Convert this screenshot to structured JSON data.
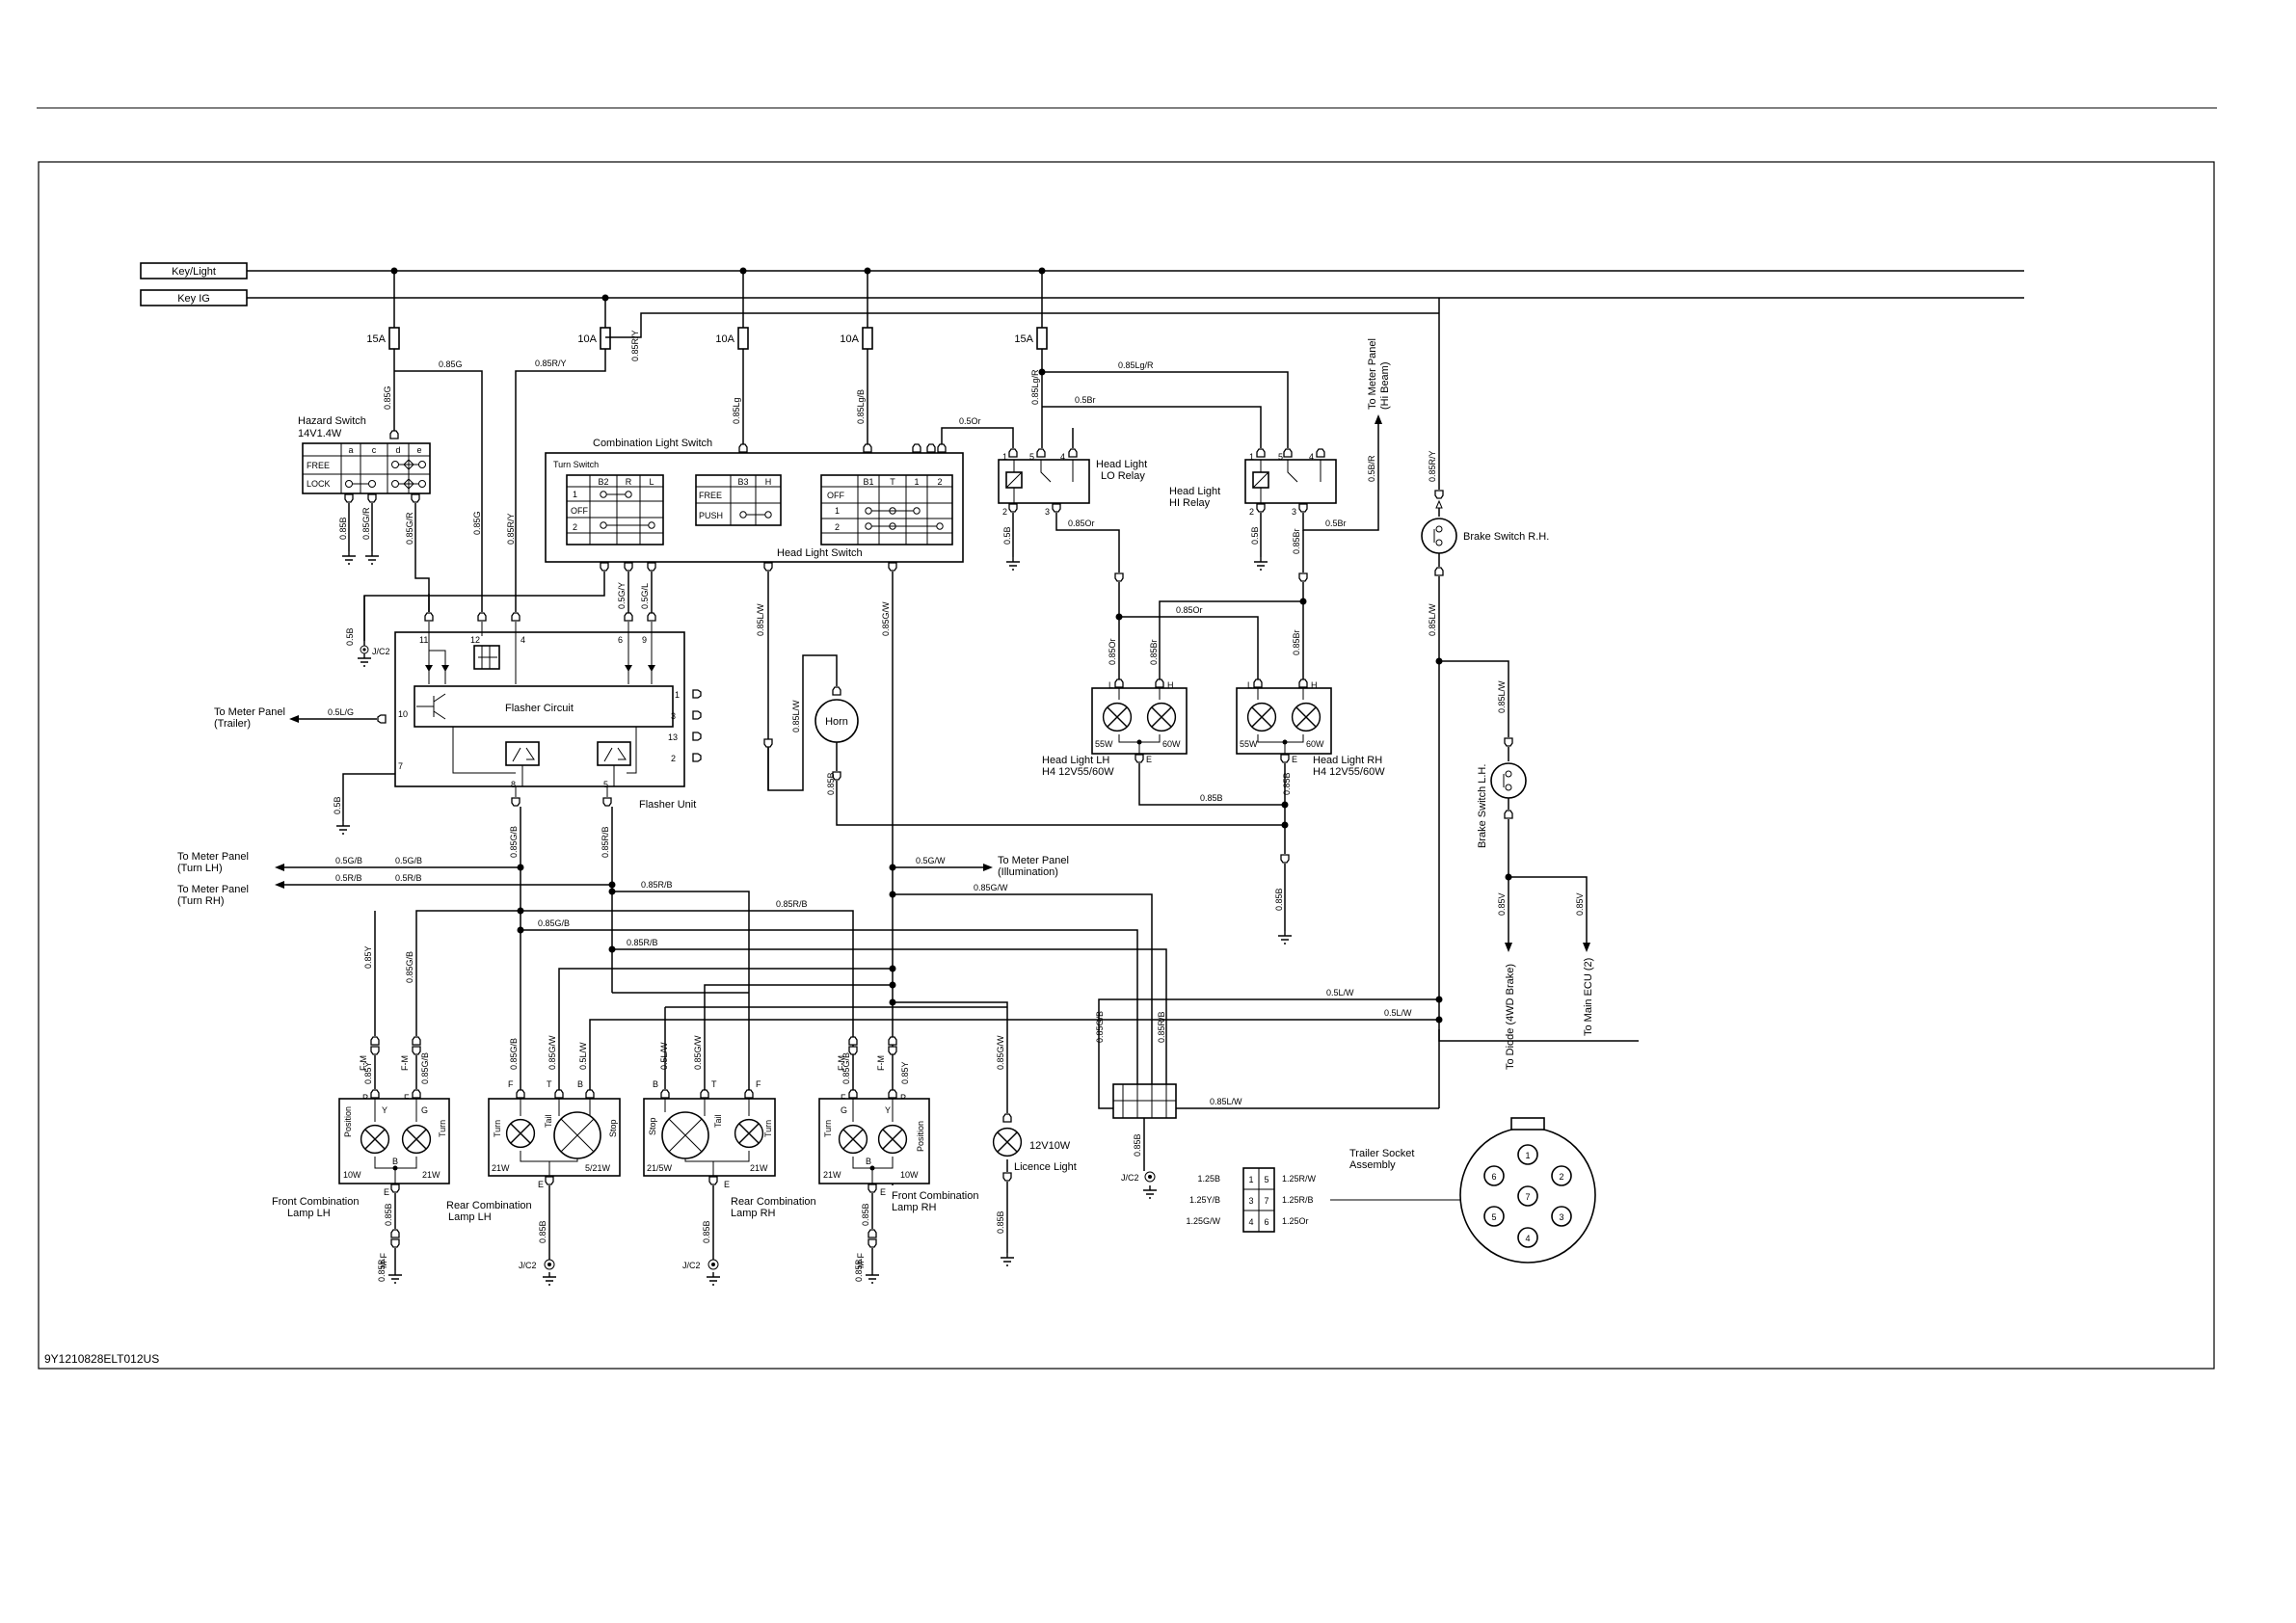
{
  "diagram_id": "9Y1210828ELT012US",
  "buses": {
    "key_light": "Key/Light",
    "key_ig": "Key IG"
  },
  "fuses": {
    "f1": "15A",
    "f2": "10A",
    "f3": "10A",
    "f4": "10A",
    "f5": "15A"
  },
  "hazard": {
    "title": "Hazard Switch",
    "spec": "14V1.4W",
    "cols": [
      "a",
      "c",
      "d",
      "e"
    ],
    "rows": [
      "FREE",
      "LOCK"
    ]
  },
  "combination": {
    "title": "Combination Light Switch"
  },
  "turn_switch": {
    "title": "Turn Switch",
    "cols": [
      "B2",
      "R",
      "L"
    ],
    "rows": [
      "1",
      "OFF",
      "2"
    ]
  },
  "horn_switch": {
    "cols": [
      "B3",
      "H"
    ],
    "rows": [
      "FREE",
      "PUSH"
    ]
  },
  "head_switch": {
    "title": "Head Light Switch",
    "cols": [
      "B1",
      "T",
      "1",
      "2"
    ],
    "rows": [
      "OFF",
      "1",
      "2"
    ]
  },
  "relay_lo": {
    "name": "Head Light",
    "name2": "LO Relay",
    "pins": [
      "1",
      "5",
      "4",
      "2",
      "3"
    ]
  },
  "relay_hi": {
    "name": "Head Light",
    "name2": "HI Relay",
    "pins": [
      "1",
      "5",
      "4",
      "2",
      "3"
    ]
  },
  "to_meter_hi": {
    "line1": "To Meter Panel",
    "line2": "(Hi Beam)"
  },
  "brake_rh": "Brake Switch R.H.",
  "brake_lh": "Brake Switch L.H.",
  "flasher": {
    "circuit": "Flasher Circuit",
    "unit": "Flasher Unit",
    "pins": [
      "11",
      "12",
      "4",
      "6",
      "9",
      "10",
      "7",
      "8",
      "5",
      "1",
      "3",
      "13",
      "2"
    ]
  },
  "horn": "Horn",
  "head_lh": {
    "name": "Head Light LH",
    "spec": "H4 12V55/60W",
    "type": "H4",
    "l": "L",
    "h": "H",
    "e": "E",
    "w1": "55W",
    "w2": "60W"
  },
  "head_rh": {
    "name": "Head Light RH",
    "spec": "H4 12V55/60W",
    "type": "H4",
    "l": "L",
    "h": "H",
    "e": "E",
    "w1": "55W",
    "w2": "60W"
  },
  "meter": {
    "trailer": {
      "line1": "To Meter Panel",
      "line2": "(Trailer)"
    },
    "turn_lh": {
      "line1": "To Meter Panel",
      "line2": "(Turn LH)"
    },
    "turn_rh": {
      "line1": "To Meter Panel",
      "line2": "(Turn RH)"
    },
    "illum": {
      "line1": "To Meter Panel",
      "line2": "(Illumination)"
    }
  },
  "to_diode": "To Diode (4WD Brake)",
  "to_ecu": "To Main ECU (2)",
  "front_lh": {
    "name": "Front Combination",
    "name2": "Lamp LH",
    "l1": "Position",
    "l2": "Turn",
    "p1": "Y",
    "p2": "G",
    "w1": "10W",
    "w2": "21W",
    "b": "B",
    "e": "E"
  },
  "rear_lh": {
    "name": "Rear Combination",
    "name2": "Lamp LH",
    "l1": "Turn",
    "l2": "Tail",
    "l3": "Stop",
    "p1": "F",
    "p2": "T",
    "p3": "B",
    "w1": "21W",
    "w2": "5/21W",
    "e": "E"
  },
  "rear_rh": {
    "name": "Rear Combination",
    "name2": "Lamp RH",
    "l1": "Stop",
    "l2": "Tail",
    "l3": "Turn",
    "p1": "B",
    "p2": "T",
    "p3": "F",
    "w1": "21/5W",
    "w2": "21W",
    "e": "E"
  },
  "front_rh": {
    "name": "Front Combination",
    "name2": "Lamp RH",
    "l1": "Turn",
    "l2": "Position",
    "p1": "G",
    "p2": "Y",
    "w1": "21W",
    "w2": "10W",
    "b": "B",
    "e": "E"
  },
  "licence": {
    "name": "Licence Light",
    "spec": "12V10W"
  },
  "trailer_socket": {
    "name": "Trailer Socket",
    "name2": "Assembly",
    "left": [
      "1.25B",
      "1.25Y/B",
      "1.25G/W"
    ],
    "right": [
      "1.25R/W",
      "1.25R/B",
      "1.25Or"
    ],
    "grid": [
      "1",
      "5",
      "3",
      "7",
      "4",
      "6"
    ],
    "pins": [
      "1",
      "2",
      "3",
      "4",
      "5",
      "6",
      "7"
    ]
  },
  "jc2": "J/C2",
  "terms": {
    "fm": "F-M",
    "mf": "M-F",
    "p": "P",
    "f": "F",
    "e": "E"
  },
  "wires": {
    "w085G": "0.85G",
    "w085RY": "0.85R/Y",
    "w085Lg": "0.85Lg",
    "w085LgB": "0.85Lg/B",
    "w085LgR": "0.85Lg/R",
    "w05Br": "0.5Br",
    "w05Or": "0.5Or",
    "w05BR": "0.5B/R",
    "w085B": "0.85B",
    "w085GR": "0.85G/R",
    "w05B": "0.5B",
    "w05GY": "0.5G/Y",
    "w05GL": "0.5G/L",
    "w085LW": "0.85L/W",
    "w085GW": "0.85G/W",
    "w085Or": "0.85Or",
    "w085Br": "0.85Br",
    "w05LG": "0.5L/G",
    "w085GB": "0.85G/B",
    "w085RB": "0.85R/B",
    "w05GB": "0.5G/B",
    "w05RB": "0.5R/B",
    "w05GW": "0.5G/W",
    "w05LW": "0.5L/W",
    "w085Y": "0.85Y",
    "w085V": "0.85V"
  }
}
